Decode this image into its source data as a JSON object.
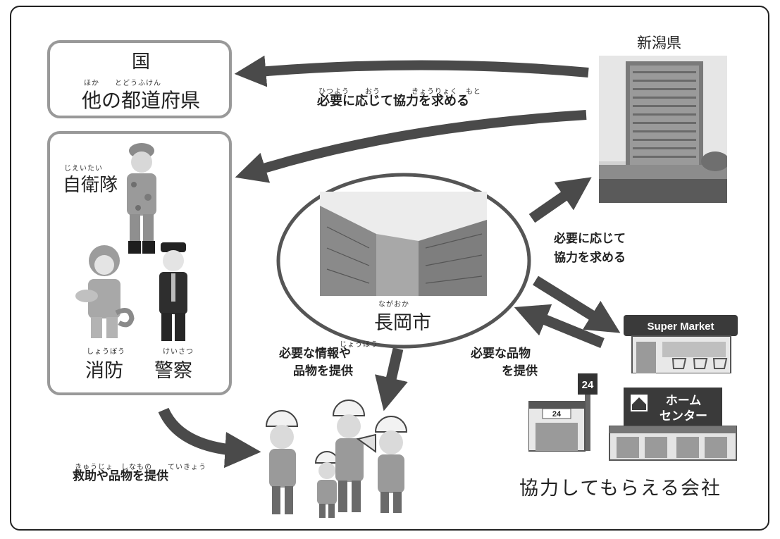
{
  "country_box": {
    "title": "国",
    "ruby": "ほか　　とどうふけん",
    "name": "他の都道府県"
  },
  "responders": {
    "sdf_ruby": "じえいたい",
    "sdf": "自衛隊",
    "fire_ruby": "しょうぼう",
    "fire": "消防",
    "police_ruby": "けいさつ",
    "police": "警察"
  },
  "prefecture": {
    "name": "新潟県"
  },
  "city": {
    "ruby": "ながおか",
    "name": "長岡市"
  },
  "arrows": {
    "top_ruby": "ひつよう　　おう　　　　きょうりょく　もと",
    "top_label": "必要に応じて協力を求める",
    "right_label_1": "必要に応じて",
    "right_label_2": "協力を求める",
    "info_ruby": "じょうほう",
    "info_label_1": "必要な情報や",
    "info_label_2": "品物を提供",
    "goods_label_1": "必要な品物",
    "goods_label_2": "を提供",
    "rescue_ruby": "きゅうじょ　しなもの　　ていきょう",
    "rescue_label": "救助や品物を提供"
  },
  "companies": {
    "supermarket_sign": "Super Market",
    "store_24": "24",
    "homecenter_1": "ホーム",
    "homecenter_2": "センター",
    "caption": "協力してもらえる会社"
  }
}
